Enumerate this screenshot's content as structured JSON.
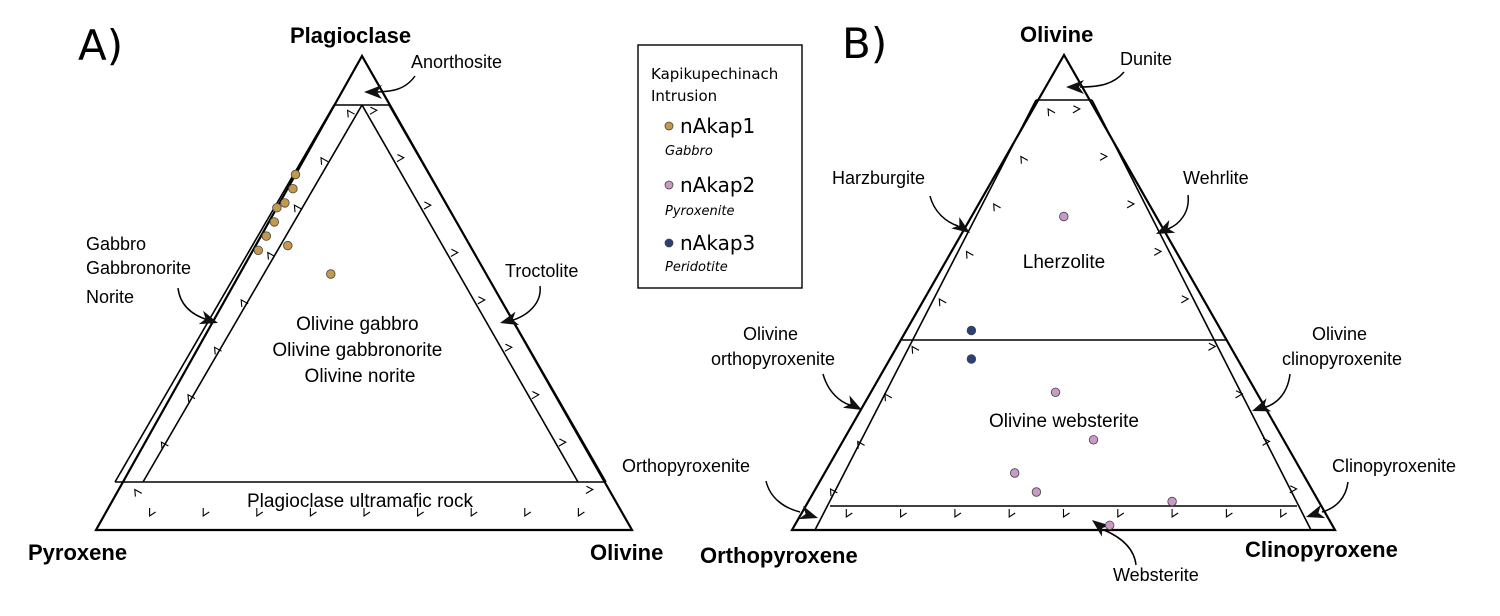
{
  "panel_a": {
    "letter": "A)",
    "vertices": {
      "top": "Plagioclase",
      "left": "Pyroxene",
      "right": "Olivine"
    },
    "fields": {
      "olivine_gabbro_lines": [
        "Olivine gabbro",
        "Olivine gabbronorite",
        "Olivine norite"
      ],
      "plag_ultramafic": "Plagioclase ultramafic rock"
    },
    "callouts": {
      "anorthosite": "Anorthosite",
      "gabbro_lines": [
        "Gabbro",
        "Gabbronorite",
        "Norite"
      ],
      "troctolite": "Troctolite"
    }
  },
  "panel_b": {
    "letter": "B)",
    "vertices": {
      "top": "Olivine",
      "left": "Orthopyroxene",
      "right": "Clinopyroxene"
    },
    "fields": {
      "lherzolite": "Lherzolite",
      "olivine_websterite": "Olivine websterite"
    },
    "callouts": {
      "dunite": "Dunite",
      "harzburgite": "Harzburgite",
      "wehrlite": "Wehrlite",
      "olivine_orthopyroxenite_lines": [
        "Olivine",
        "orthopyroxenite"
      ],
      "olivine_clinopyroxenite_lines": [
        "Olivine",
        "clinopyroxenite"
      ],
      "orthopyroxenite": "Orthopyroxenite",
      "clinopyroxenite": "Clinopyroxenite",
      "websterite": "Websterite"
    }
  },
  "legend": {
    "title_lines": [
      "Kapikupechinach",
      "Intrusion"
    ],
    "entries": [
      {
        "name": "nAkap1",
        "rock": "Gabbro",
        "color": "#c39a4c"
      },
      {
        "name": "nAkap2",
        "rock": "Pyroxenite",
        "color": "#c89ac6"
      },
      {
        "name": "nAkap3",
        "rock": "Peridotite",
        "color": "#2b3f7a"
      }
    ]
  },
  "chart_data": [
    {
      "type": "ternary",
      "panel": "A",
      "apices": [
        "Plagioclase",
        "Pyroxene",
        "Olivine"
      ],
      "series": [
        {
          "name": "nAkap1",
          "points": [
            {
              "Plagioclase": 75,
              "Pyroxene": 25,
              "Olivine": 0
            },
            {
              "Plagioclase": 72,
              "Pyroxene": 27,
              "Olivine": 1
            },
            {
              "Plagioclase": 69,
              "Pyroxene": 30,
              "Olivine": 1
            },
            {
              "Plagioclase": 68,
              "Pyroxene": 32,
              "Olivine": 0
            },
            {
              "Plagioclase": 65,
              "Pyroxene": 34,
              "Olivine": 1
            },
            {
              "Plagioclase": 62,
              "Pyroxene": 37,
              "Olivine": 1
            },
            {
              "Plagioclase": 59,
              "Pyroxene": 40,
              "Olivine": 1
            },
            {
              "Plagioclase": 60,
              "Pyroxene": 34,
              "Olivine": 6
            },
            {
              "Plagioclase": 54,
              "Pyroxene": 29,
              "Olivine": 17
            }
          ]
        }
      ]
    },
    {
      "type": "ternary",
      "panel": "B",
      "apices": [
        "Olivine",
        "Orthopyroxene",
        "Clinopyroxene"
      ],
      "series": [
        {
          "name": "nAkap2",
          "points": [
            {
              "Olivine": 66,
              "Orthopyroxene": 17,
              "Clinopyroxene": 17
            },
            {
              "Olivine": 29,
              "Orthopyroxene": 37,
              "Clinopyroxene": 34
            },
            {
              "Olivine": 19,
              "Orthopyroxene": 35,
              "Clinopyroxene": 46
            },
            {
              "Olivine": 12,
              "Orthopyroxene": 53,
              "Clinopyroxene": 35
            },
            {
              "Olivine": 8,
              "Orthopyroxene": 51,
              "Clinopyroxene": 41
            },
            {
              "Olivine": 6,
              "Orthopyroxene": 27,
              "Clinopyroxene": 67
            },
            {
              "Olivine": 1,
              "Orthopyroxene": 41,
              "Clinopyroxene": 58
            }
          ]
        },
        {
          "name": "nAkap3",
          "points": [
            {
              "Olivine": 42,
              "Orthopyroxene": 46,
              "Clinopyroxene": 12
            },
            {
              "Olivine": 36,
              "Orthopyroxene": 49,
              "Clinopyroxene": 15
            }
          ]
        }
      ]
    }
  ]
}
